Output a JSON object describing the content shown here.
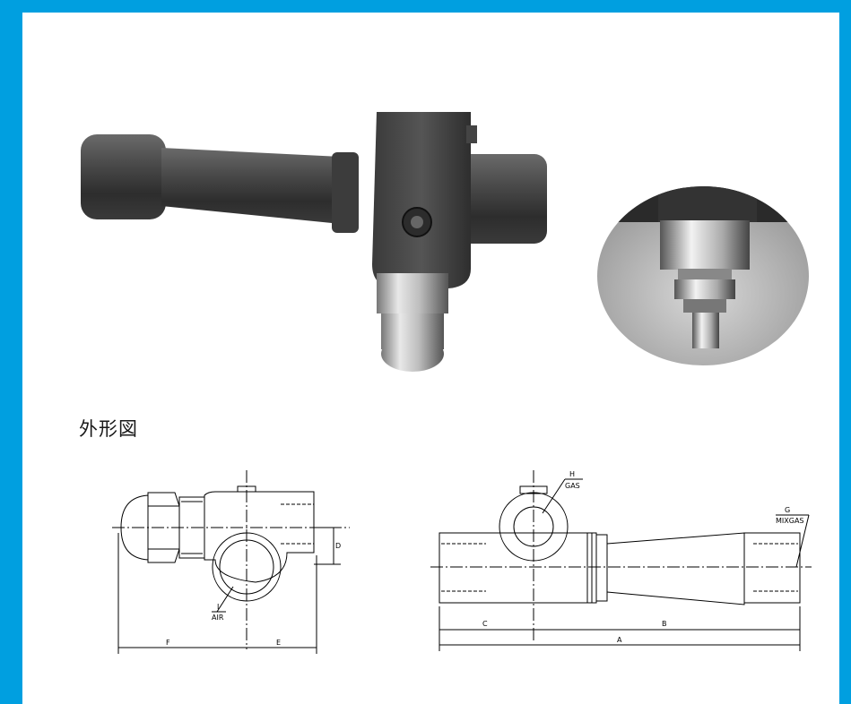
{
  "heading": "外形図",
  "drawing_left": {
    "air_size": "I",
    "air_label": "AIR",
    "dim_d": "D",
    "dim_f": "F",
    "dim_e": "E"
  },
  "drawing_right": {
    "gas_size": "H",
    "gas_label": "GAS",
    "mix_size": "G",
    "mix_label": "MIXGAS",
    "dim_c": "C",
    "dim_b": "B",
    "dim_a": "A"
  },
  "colors": {
    "frame": "#009fe0",
    "background": "#ffffff"
  }
}
